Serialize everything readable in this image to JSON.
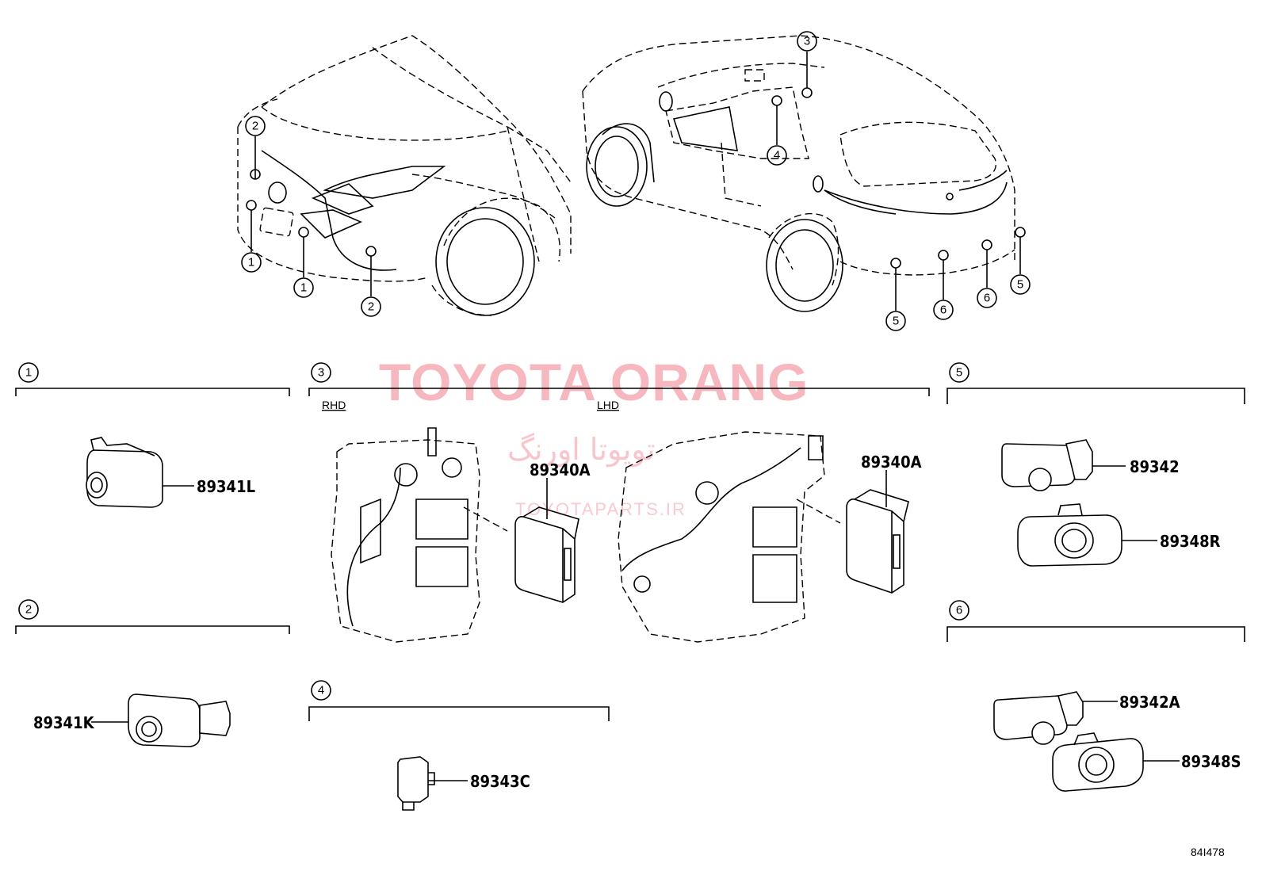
{
  "watermark": {
    "brand": "TOYOTA ORANG",
    "arabic": "تویوتا اورنگ",
    "site": "TOYOTAPARTS.IR"
  },
  "callouts": [
    "1",
    "2",
    "3",
    "4",
    "5",
    "6"
  ],
  "sections": [
    {
      "number": "1",
      "parts": [
        "89341L"
      ]
    },
    {
      "number": "2",
      "parts": [
        "89341K"
      ]
    },
    {
      "number": "3",
      "variants": [
        "RHD",
        "LHD"
      ],
      "parts": [
        "89340A",
        "89340A"
      ]
    },
    {
      "number": "4",
      "parts": [
        "89343C"
      ]
    },
    {
      "number": "5",
      "parts": [
        "89342",
        "89348R"
      ]
    },
    {
      "number": "6",
      "parts": [
        "89342A",
        "89348S"
      ]
    }
  ],
  "diagram_id": "84I478"
}
